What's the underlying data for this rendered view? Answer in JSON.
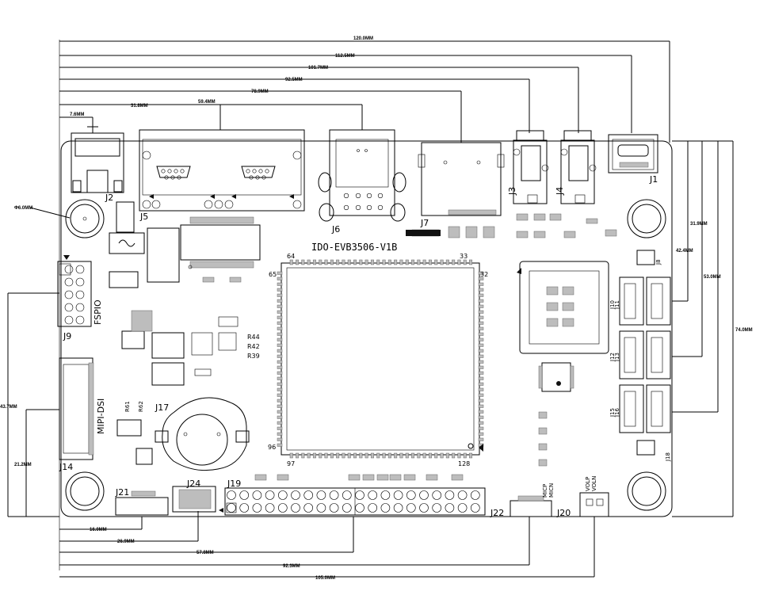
{
  "board": {
    "title": "IDO-EVB3506-V1B"
  },
  "connectors": {
    "j1": "J1",
    "j2": "J2",
    "j3": "J3",
    "j4": "J4",
    "j5": "J5",
    "j6": "J6",
    "j7": "J7",
    "j8": "J8",
    "j9": "J9",
    "j10": "J10",
    "j11": "J11",
    "j12": "J12",
    "j13": "J13",
    "j14": "J14",
    "j15": "J15",
    "j16": "J16",
    "j17": "J17",
    "j18": "J18",
    "j19": "J19",
    "j20": "J20",
    "j21": "J21",
    "j22": "J22",
    "j24": "J24"
  },
  "silkscreen": {
    "fspio": "FSPIO",
    "mipi_dsi": "MIPI-DSI",
    "r44": "R44",
    "r42": "R42",
    "r39": "R39",
    "r61": "R61",
    "r62": "R62",
    "pin_64": "64",
    "pin_33": "33",
    "pin_65": "65",
    "pin_32": "32",
    "pin_96": "96",
    "pin_97": "97",
    "pin_128": "128",
    "micp": "MICP",
    "micn": "MICN",
    "volp": "VOLP",
    "voln": "VOLN"
  },
  "dimensions": {
    "top": [
      "120.0MM",
      "112.5MM",
      "101.7MM",
      "92.5MM",
      "78.9MM",
      "59.4MM",
      "31.8MM",
      "7.6MM"
    ],
    "right": [
      "31.9MM",
      "42.4MM",
      "53.0MM",
      "74.0MM"
    ],
    "left": [
      "43.7MM",
      "21.2MM"
    ],
    "bottom": [
      "16.0MM",
      "26.9MM",
      "57.8MM",
      "92.3MM",
      "105.0MM"
    ],
    "hole": "Φ6.0MM"
  }
}
